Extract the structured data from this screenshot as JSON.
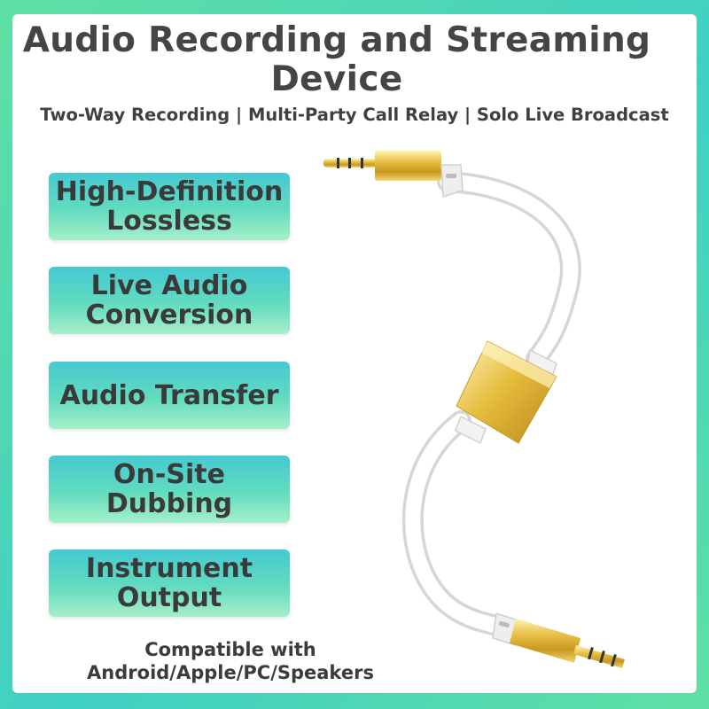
{
  "title_line1": "Audio Recording and Streaming",
  "title_line2": "Device",
  "subtitle": "Two-Way Recording | Multi-Party Call Relay | Solo Live Broadcast",
  "features": [
    "High-Definition\nLossless",
    "Live Audio\nConversion",
    "Audio Transfer",
    "On-Site\nDubbing",
    "Instrument\nOutput"
  ],
  "compat_line1": "Compatible with",
  "compat_line2": "Android/Apple/PC/Speakers",
  "colors": {
    "background": "#4fd8b4",
    "feature_top": "#45c9d2",
    "feature_bottom": "#a6f0c9",
    "gold": "#e0b93a"
  },
  "icons": [
    "audio-cable-illustration"
  ]
}
